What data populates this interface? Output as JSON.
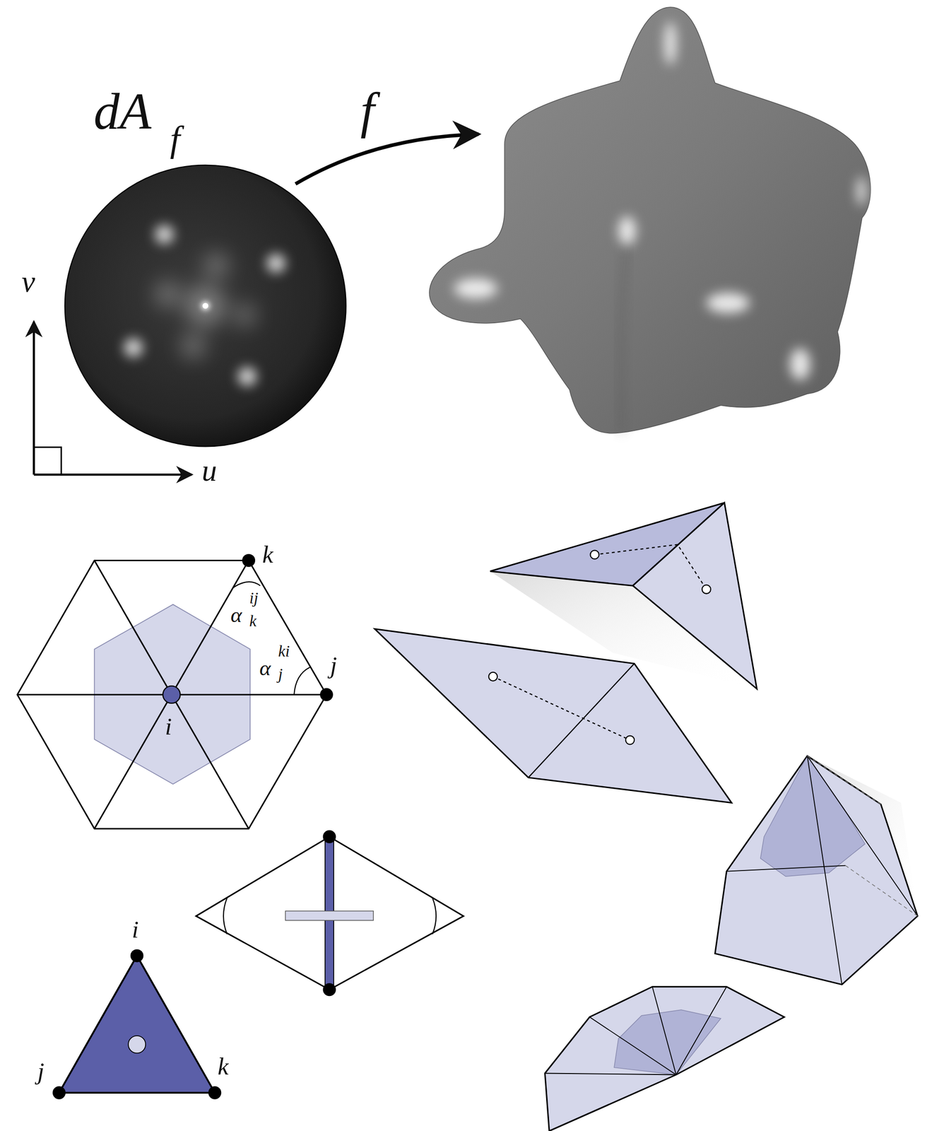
{
  "diagram": {
    "labels": [
      "dA",
      "f",
      "f",
      "v",
      "u",
      "k",
      "α",
      "ij",
      "k",
      "α",
      "ki",
      "j",
      "j",
      "i",
      "i",
      "j",
      "k"
    ]
  }
}
